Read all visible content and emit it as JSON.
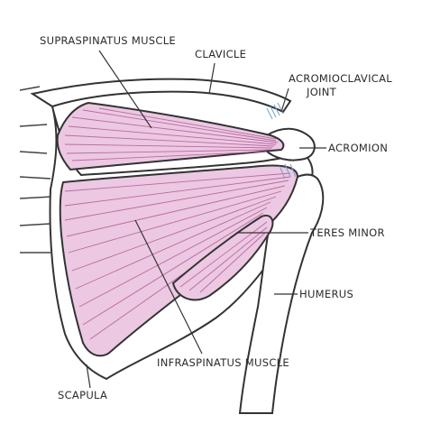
{
  "labels": {
    "supraspinatus": "SUPRASPINATUS MUSCLE",
    "clavicle": "CLAVICLE",
    "acromioclavicular_line1": "ACROMIOCLAVICAL",
    "acromioclavicular_line2": "JOINT",
    "acromion": "ACROMION",
    "teres_minor": "TERES MINOR",
    "humerus": "HUMERUS",
    "infraspinatus": "INFRASPINATUS MUSCLE",
    "scapula": "SCAPULA"
  },
  "colors": {
    "muscle_fill": "#ecc8e2",
    "muscle_stroke": "#b05a96",
    "bone_stroke": "#333333",
    "tendon": "#7aa0c8"
  }
}
